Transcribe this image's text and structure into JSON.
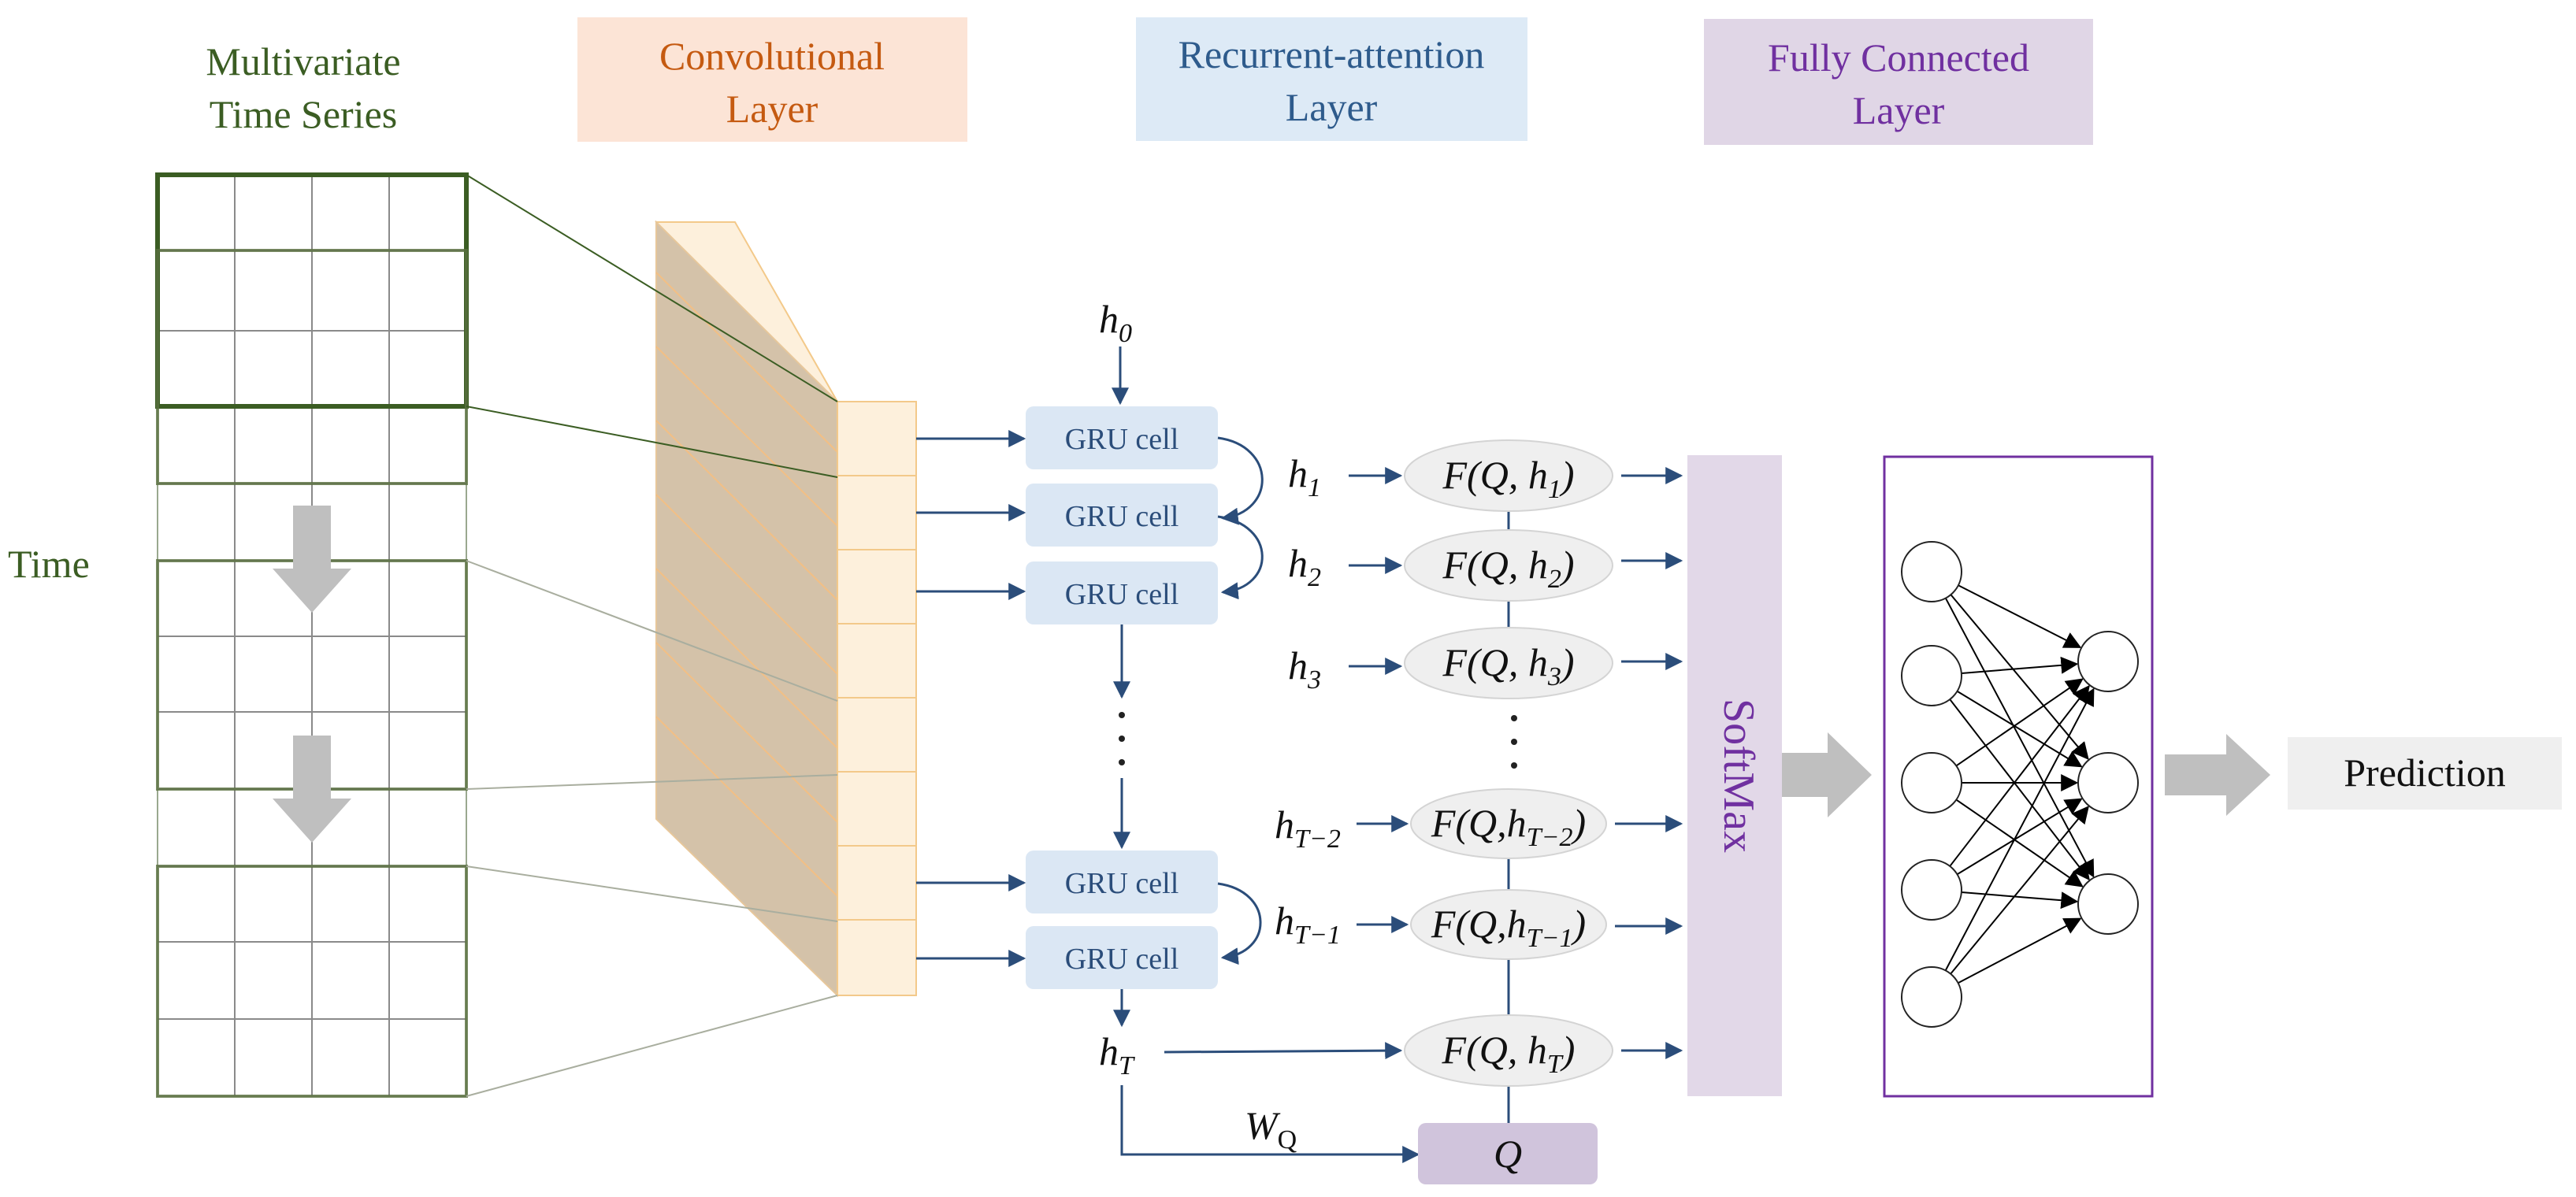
{
  "headers": {
    "mts_line1": "Multivariate",
    "mts_line2": "Time Series",
    "conv_line1": "Convolutional",
    "conv_line2": "Layer",
    "rec_line1": "Recurrent-attention",
    "rec_line2": "Layer",
    "fc_line1": "Fully Connected",
    "fc_line2": "Layer"
  },
  "time_label": "Time",
  "gru_label": "GRU cell",
  "h0": {
    "base": "h",
    "sub": "0"
  },
  "hidden_labels": [
    {
      "base": "h",
      "sub": "1"
    },
    {
      "base": "h",
      "sub": "2"
    },
    {
      "base": "h",
      "sub": "3"
    },
    {
      "base": "h",
      "sub": "T−2"
    },
    {
      "base": "h",
      "sub": "T−1"
    },
    {
      "base": "h",
      "sub": "T"
    }
  ],
  "attention_labels": [
    {
      "pre": "F(Q, h",
      "sub": "1",
      "post": ")"
    },
    {
      "pre": "F(Q, h",
      "sub": "2",
      "post": ")"
    },
    {
      "pre": "F(Q, h",
      "sub": "3",
      "post": ")"
    },
    {
      "pre": "F(Q,h",
      "sub": "T−2",
      "post": ")"
    },
    {
      "pre": "F(Q,h",
      "sub": "T−1",
      "post": ")"
    },
    {
      "pre": "F(Q, h",
      "sub": "T",
      "post": ")"
    }
  ],
  "wq": {
    "base": "W",
    "sub": "Q"
  },
  "q_label": "Q",
  "softmax_label": "SoftMax",
  "prediction_label": "Prediction",
  "colors": {
    "mts_header": "#3b5d23",
    "conv_header_text": "#c55a11",
    "conv_header_bg": "#fce4d6",
    "rec_header_text": "#2e5b8c",
    "rec_header_bg": "#ddeaf6",
    "fc_header_text": "#7030a0",
    "fc_header_bg": "#e0d6e6",
    "grid_border": "#3b5d23",
    "gru_bg": "#dbe7f4",
    "arrow": "#2b4d7a",
    "softmax_bg": "#e2d8e8",
    "q_bg": "#d0c4dc",
    "gray_arrow": "#bfbfbf",
    "prediction_bg": "#efefef"
  }
}
